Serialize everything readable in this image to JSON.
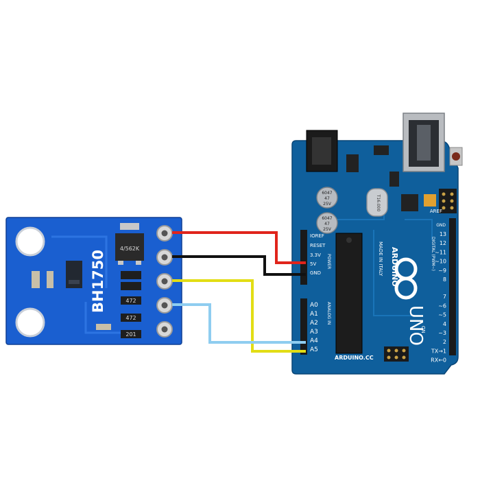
{
  "sensor": {
    "label": "BH1750",
    "chip_marking": "4/562K",
    "resistor_labels": [
      "472",
      "472",
      "201"
    ]
  },
  "arduino": {
    "brand": "ARDUINO",
    "model": "UNO",
    "on_label": "ON",
    "website": "ARDUINO.CC",
    "made_in": "MADE IN ITALY",
    "crystal_marking": "T16.000",
    "reset_label": "RESET",
    "capacitor_label": [
      "6047",
      "47",
      "25V"
    ],
    "aref_label": "AREF",
    "gnd_label": "GND",
    "digital_label": "DIGITAL (PWM~)",
    "power_pins": [
      "IOREF",
      "RESET",
      "3.3V",
      "5V",
      "GND"
    ],
    "power_header_label": "POWER",
    "analog_header_label": "ANALOG IN",
    "analog_pins": [
      "A0",
      "A1",
      "A2",
      "A3",
      "A4",
      "A5"
    ],
    "digital_pins": [
      "13",
      "12",
      "~11",
      "~10",
      "~9",
      "8",
      "7",
      "~6",
      "~5",
      "4",
      "~3",
      "2",
      "TX→1",
      "RX←0"
    ]
  },
  "colors": {
    "sensor_board": "#1a5fd0",
    "arduino_board": "#0f5f9c",
    "wire_vcc": "#e0241b",
    "wire_gnd": "#111111",
    "wire_sda": "#e2dd15",
    "wire_scl": "#8fcdf0"
  }
}
